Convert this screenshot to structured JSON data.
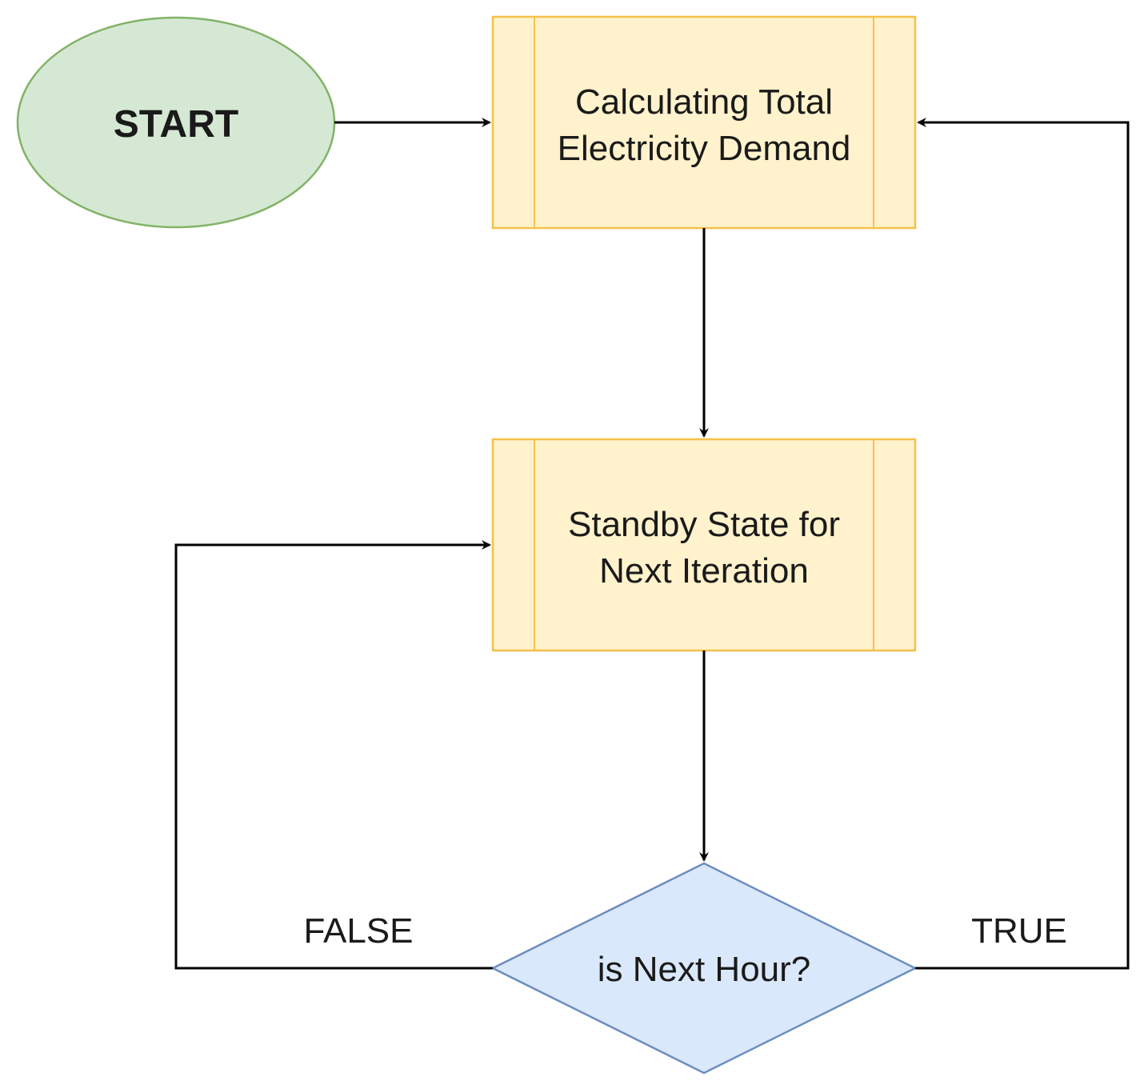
{
  "start": {
    "label": "START",
    "fill": "#d5e8d4",
    "stroke": "#82b366"
  },
  "process_calc": {
    "line1": "Calculating Total",
    "line2": "Electricity Demand",
    "fill": "#fff2cc",
    "stroke": "#f5c04a"
  },
  "process_standby": {
    "line1": "Standby State for",
    "line2": "Next Iteration",
    "fill": "#fff2cc",
    "stroke": "#f5c04a"
  },
  "decision": {
    "label": "is Next Hour?",
    "fill": "#dae8fc",
    "stroke": "#6c8ebf"
  },
  "edges": {
    "false_label": "FALSE",
    "true_label": "TRUE"
  }
}
